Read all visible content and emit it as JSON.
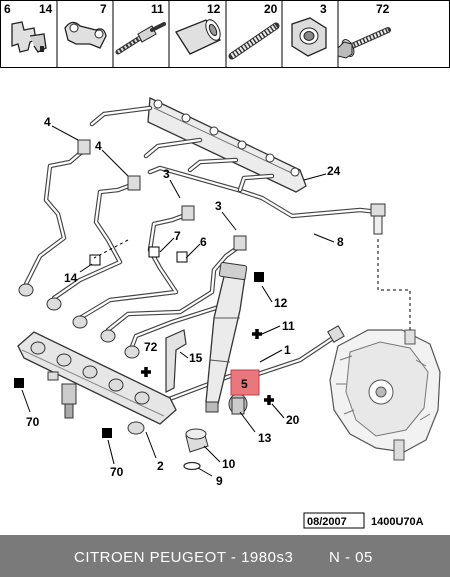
{
  "header_parts": [
    {
      "num": "6",
      "num2": "14",
      "icon": "clip-bracket-icon"
    },
    {
      "num": "7",
      "icon": "pipe-clamp-icon"
    },
    {
      "num": "11",
      "icon": "stud-bolt-icon"
    },
    {
      "num": "12",
      "icon": "sleeve-nut-icon"
    },
    {
      "num": "20",
      "icon": "threaded-stud-icon"
    },
    {
      "num": "3",
      "icon": "hex-nut-icon"
    },
    {
      "num": "72",
      "icon": "flange-bolt-icon"
    }
  ],
  "callouts": {
    "c4a": "4",
    "c4b": "4",
    "c3a": "3",
    "c3b": "3",
    "c24": "24",
    "c8": "8",
    "c7": "7",
    "c6": "6",
    "c14": "14",
    "c12": "12",
    "c11": "11",
    "c1": "1",
    "c72": "72",
    "c15": "15",
    "c5": "5",
    "c20": "20",
    "c13": "13",
    "c10": "10",
    "c9": "9",
    "c2": "2",
    "c70a": "70",
    "c70b": "70"
  },
  "highlight_color": "#e8787d",
  "date_code": "08/2007",
  "ref_code": "1400U70A",
  "footer": {
    "title": "CITROEN PEUGEOT - 1980s3",
    "page": "N - 05"
  }
}
